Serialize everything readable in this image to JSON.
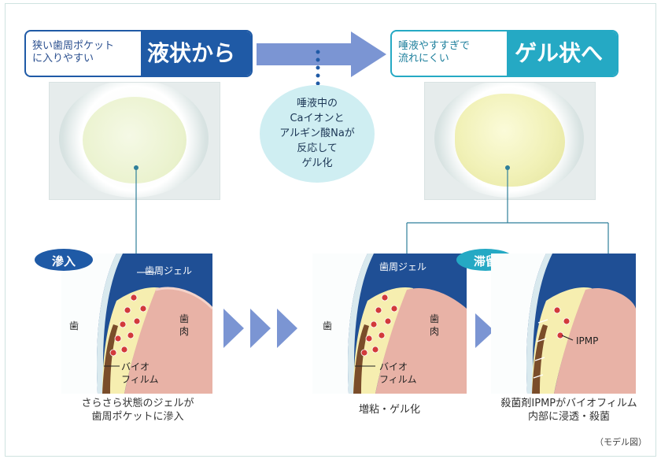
{
  "top_left": {
    "small_line1": "狭い歯周ポケット",
    "small_line2": "に入りやすい",
    "big": "液状から"
  },
  "top_right": {
    "small_line1": "唾液やすすぎで",
    "small_line2": "流れにくい",
    "big": "ゲル状へ"
  },
  "reaction": {
    "line1": "唾液中の",
    "line2": "Caイオンと",
    "line3": "アルギン酸Naが",
    "line4": "反応して",
    "line5": "ゲル化"
  },
  "badges": {
    "left": "滲入",
    "right": "滞留"
  },
  "panel1": {
    "label_gel": "歯周ジェル",
    "label_tooth": "歯",
    "label_gum1": "歯",
    "label_gum2": "肉",
    "label_bio1": "バイオ",
    "label_bio2": "フィルム"
  },
  "panel2": {
    "label_gel": "歯周ジェル",
    "label_tooth": "歯",
    "label_gum1": "歯",
    "label_gum2": "肉",
    "label_bio1": "バイオ",
    "label_bio2": "フィルム"
  },
  "panel3": {
    "label_ipmp": "IPMP"
  },
  "captions": {
    "c1_line1": "さらさら状態のジェルが",
    "c1_line2": "歯周ポケットに滲入",
    "c2": "増粘・ゲル化",
    "c3_line1": "殺菌剤IPMPがバイオフィルム",
    "c3_line2": "内部に浸透・殺菌"
  },
  "note": "（モデル図）",
  "colors": {
    "navy": "#1f5aa6",
    "teal": "#25a9c4",
    "gum": "#e8b2a6",
    "gel": "#f6eeb0",
    "tooth_bg": "#1f4f95"
  }
}
